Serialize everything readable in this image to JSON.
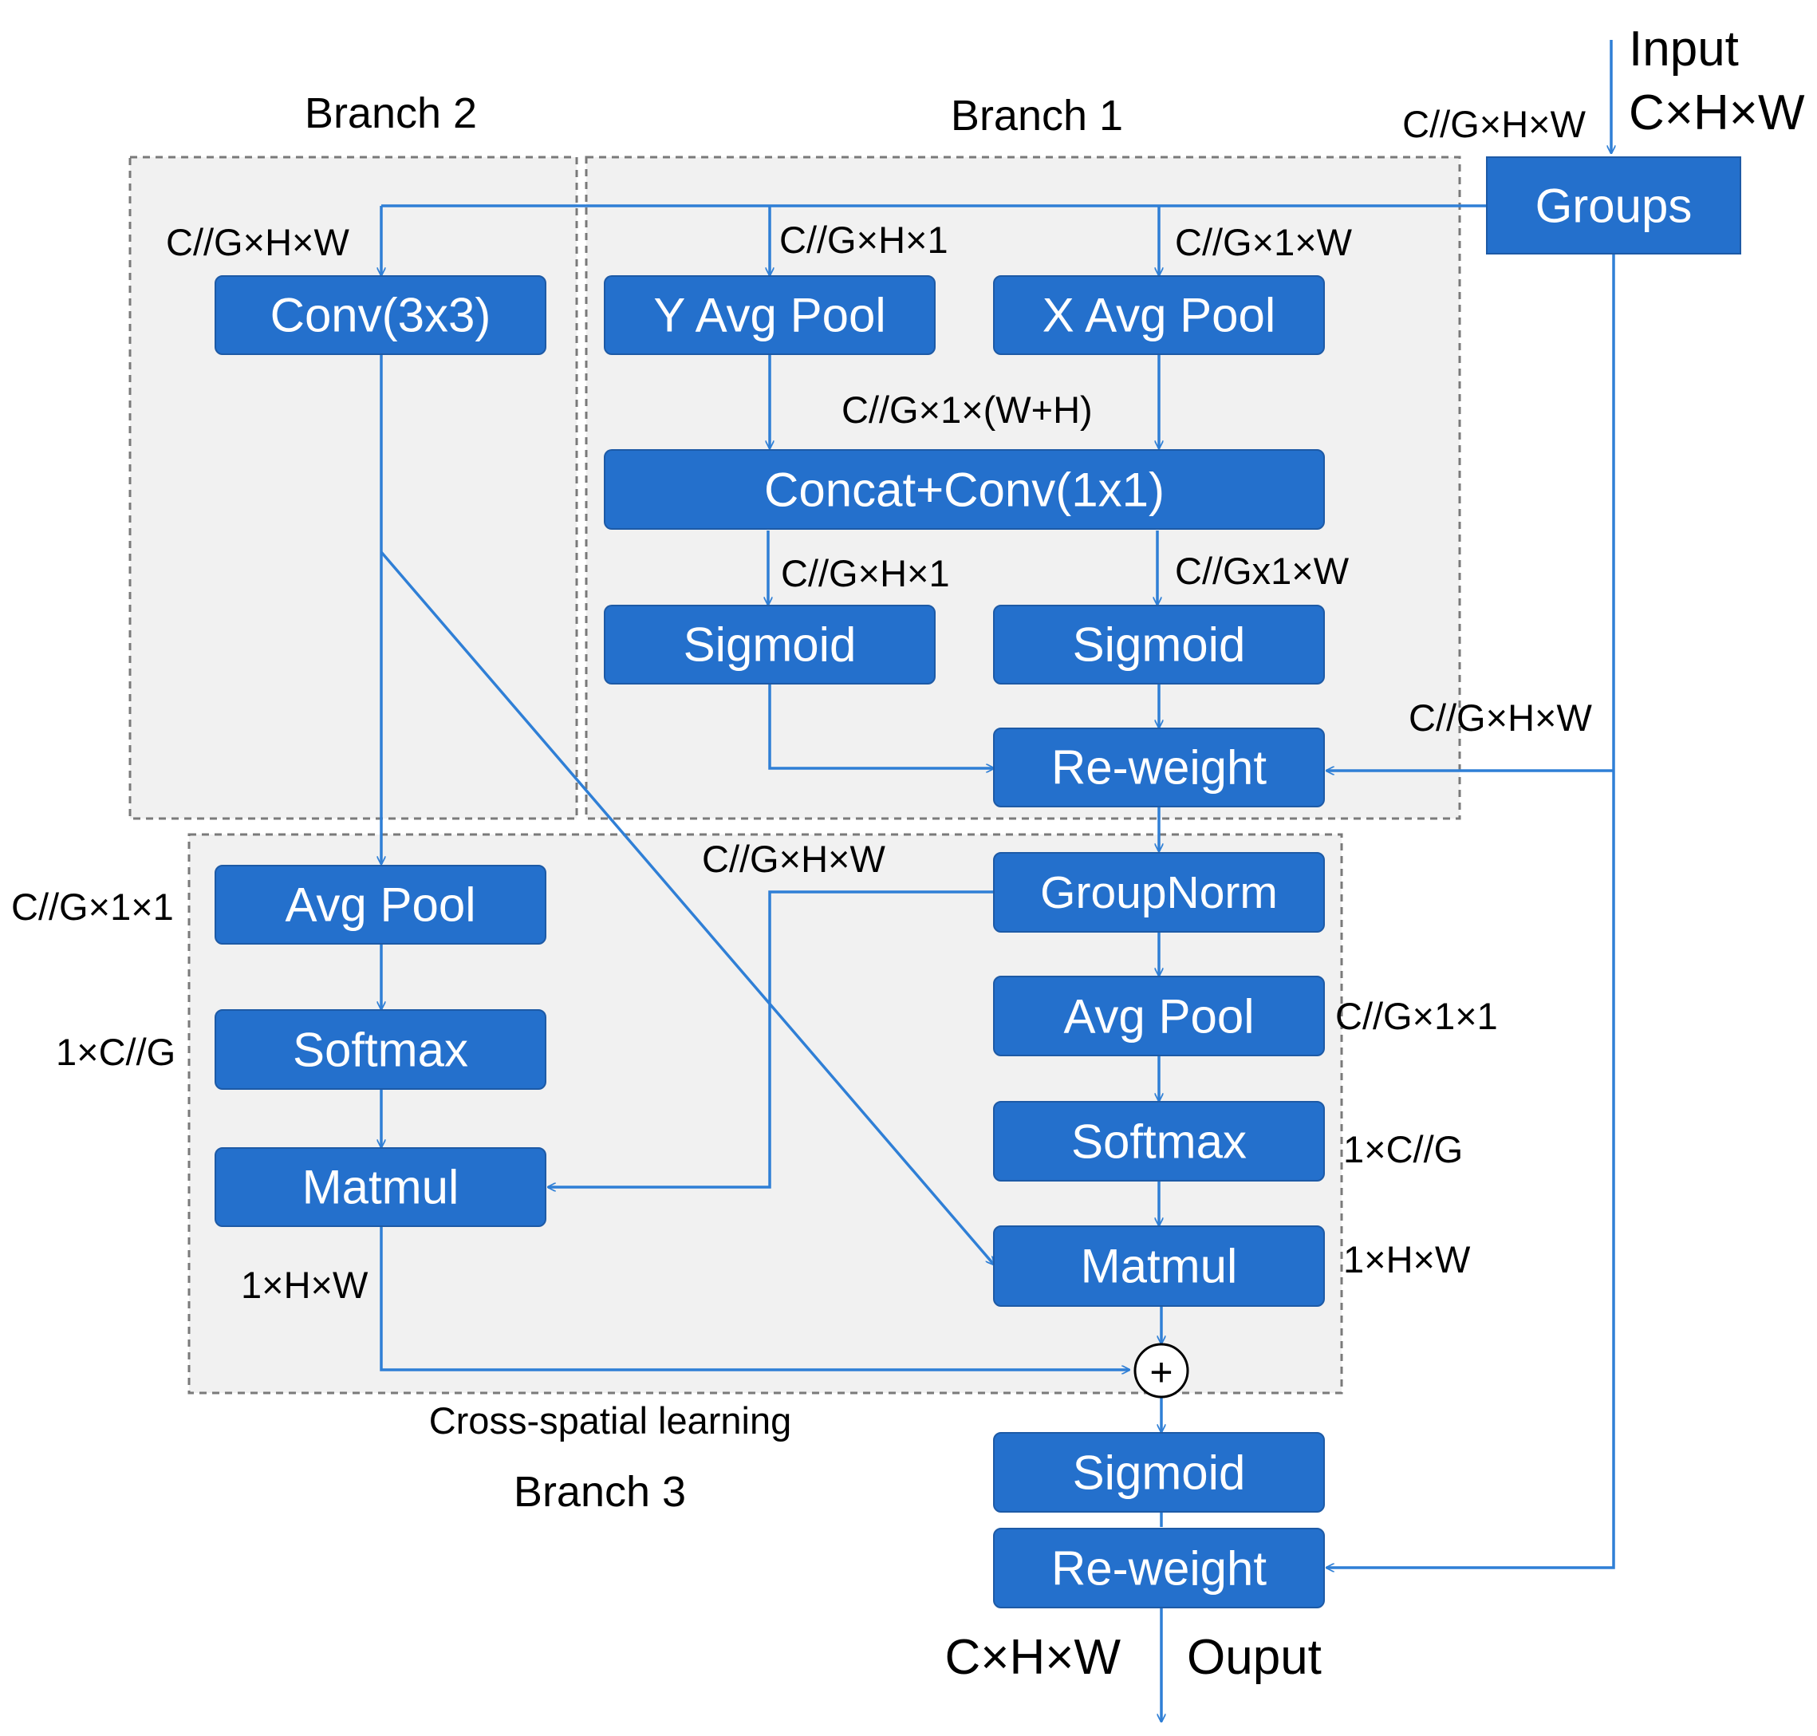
{
  "input": {
    "title": "Input",
    "shape": "C×H×W",
    "shape_to_groups": "C//G×H×W"
  },
  "output": {
    "title": "Ouput",
    "shape": "C×H×W"
  },
  "regions": {
    "branch1": "Branch 1",
    "branch2": "Branch 2",
    "branch3": "Branch 3",
    "cross_spatial": "Cross-spatial learning"
  },
  "nodes": {
    "groups": "Groups",
    "conv3x3": "Conv(3x3)",
    "y_avg_pool": "Y Avg Pool",
    "x_avg_pool": "X Avg Pool",
    "concat_conv": "Concat+Conv(1x1)",
    "sigmoid_y": "Sigmoid",
    "sigmoid_x": "Sigmoid",
    "reweight_1": "Re-weight",
    "groupnorm": "GroupNorm",
    "avg_pool_right": "Avg Pool",
    "softmax_right": "Softmax",
    "matmul_right": "Matmul",
    "avg_pool_left": "Avg Pool",
    "softmax_left": "Softmax",
    "matmul_left": "Matmul",
    "plus": "+",
    "sigmoid_final": "Sigmoid",
    "reweight_final": "Re-weight"
  },
  "edge_labels": {
    "conv_in": "C//G×H×W",
    "y_pool_in": "C//G×H×1",
    "x_pool_in": "C//G×1×W",
    "concat_in": "C//G×1×(W+H)",
    "sigmoid_y_in": "C//G×H×1",
    "sigmoid_x_in": "C//Gx1×W",
    "reweight_skip": "C//G×H×W",
    "groupnorm_out": "C//G×H×W",
    "avg_pool_left_out": "C//G×1×1",
    "softmax_left_out": "1×C//G",
    "matmul_left_out": "1×H×W",
    "avg_pool_right_out": "C//G×1×1",
    "softmax_right_out": "1×C//G",
    "matmul_right_out": "1×H×W"
  }
}
